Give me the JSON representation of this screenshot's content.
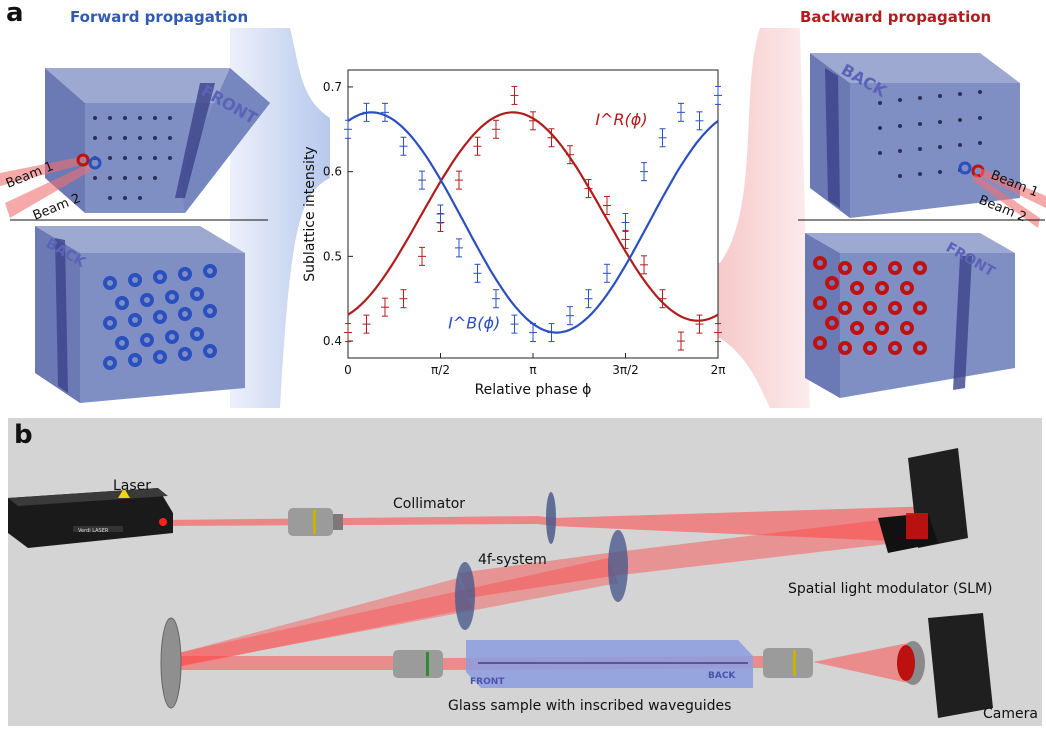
{
  "panel_a": {
    "letter": "a",
    "forward_title": "Forward propagation",
    "backward_title": "Backward propagation",
    "beam1": "Beam 1",
    "beam2": "Beam 2",
    "front_label": "FRONT",
    "back_label": "BACK",
    "colors": {
      "blue": "#2a4fbf",
      "red": "#b01d1d",
      "slab": "#7f8fc4"
    }
  },
  "chart_data": {
    "type": "scatter",
    "ylabel": "Sublattice intensity",
    "xlabel": "Relative phase ϕ",
    "xlim": [
      0,
      6.2832
    ],
    "ylim": [
      0.38,
      0.72
    ],
    "xticks": [
      0,
      1.5708,
      3.1416,
      4.7124,
      6.2832
    ],
    "xtick_labels": [
      "0",
      "π/2",
      "π",
      "3π/2",
      "2π"
    ],
    "yticks": [
      0.4,
      0.5,
      0.6,
      0.7
    ],
    "ytick_labels": [
      "0.4",
      "0.5",
      "0.6",
      "0.7"
    ],
    "grid": false,
    "series": [
      {
        "name": "I^R(ϕ)",
        "color": "#b01d1d",
        "x": [
          0.0,
          0.314,
          0.628,
          0.942,
          1.257,
          1.571,
          1.885,
          2.199,
          2.513,
          2.827,
          3.142,
          3.456,
          3.77,
          4.084,
          4.398,
          4.712,
          5.027,
          5.341,
          5.655,
          5.969,
          6.283
        ],
        "y": [
          0.41,
          0.42,
          0.44,
          0.45,
          0.5,
          0.54,
          0.59,
          0.63,
          0.65,
          0.69,
          0.66,
          0.64,
          0.62,
          0.58,
          0.56,
          0.52,
          0.49,
          0.45,
          0.4,
          0.42,
          0.41
        ],
        "fit": {
          "mean": 0.547,
          "amp": 0.123,
          "peak": 2.8
        }
      },
      {
        "name": "I^B(ϕ)",
        "color": "#2a4fbf",
        "x": [
          0.0,
          0.314,
          0.628,
          0.942,
          1.257,
          1.571,
          1.885,
          2.199,
          2.513,
          2.827,
          3.142,
          3.456,
          3.77,
          4.084,
          4.398,
          4.712,
          5.027,
          5.341,
          5.655,
          5.969,
          6.283
        ],
        "y": [
          0.65,
          0.67,
          0.67,
          0.63,
          0.59,
          0.55,
          0.51,
          0.48,
          0.45,
          0.42,
          0.41,
          0.41,
          0.43,
          0.45,
          0.48,
          0.54,
          0.6,
          0.64,
          0.67,
          0.66,
          0.69
        ],
        "fit": {
          "mean": 0.54,
          "amp": 0.13,
          "peak": 0.4
        }
      }
    ],
    "annotations": {
      "red": "I^R(ϕ)",
      "blue": "I^B(ϕ)"
    }
  },
  "panel_b": {
    "letter": "b",
    "laser": "Laser",
    "collimator": "Collimator",
    "fourf": "4f-system",
    "slm": "Spatial light modulator (SLM)",
    "sample": "Glass sample with inscribed waveguides",
    "camera": "Camera",
    "front": "FRONT",
    "back": "BACK",
    "laser_brand": "Verdi LASER"
  }
}
